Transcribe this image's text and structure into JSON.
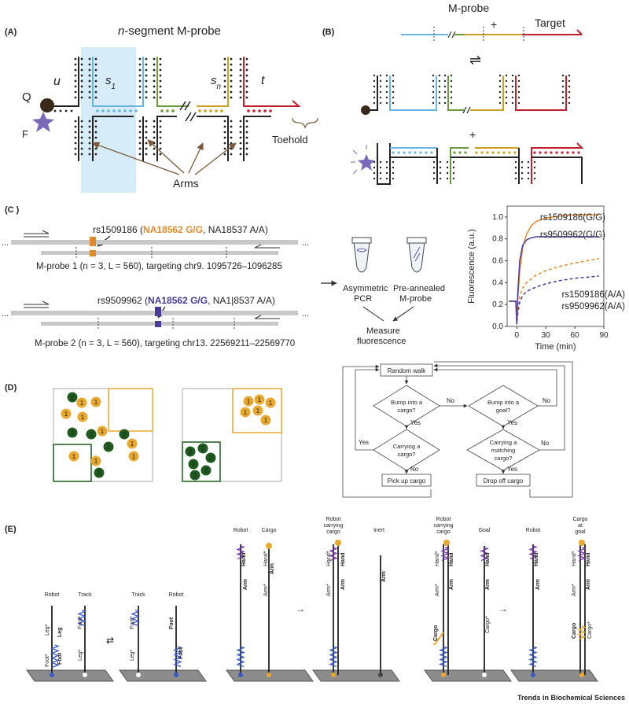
{
  "panel_labels": {
    "A": "(A)",
    "B": "(B)",
    "C": "(C )",
    "D": "(D)",
    "E": "(E)"
  },
  "panelA": {
    "title_n": "n",
    "title_rest": "-segment M-probe",
    "u": "u",
    "s1": "s",
    "s1_sub": "1",
    "sn": "s",
    "sn_sub": "n",
    "t": "t",
    "q": "Q",
    "f": "F",
    "toehold": "Toehold",
    "arms": "Arms"
  },
  "panelB": {
    "mprobe": "M-probe",
    "plus1": "+",
    "target": "Target",
    "plus2": "+"
  },
  "panelC": {
    "probe1": {
      "snp": "rs1509186 (",
      "snp_bold": "NA18562 G/G",
      "snp_rest": ", NA18537 A/A)",
      "caption": "M-probe 1 (n = 3, L = 560), targeting chr9. 1095726–1096285"
    },
    "probe2": {
      "snp": "rs9509962 (",
      "snp_bold": "NA18562 G/G",
      "snp_rest": ", NA1|8537 A/A)",
      "caption": "M-probe 2 (n = 3, L = 560), targeting chr13. 22569211–22569770"
    },
    "dots": "...",
    "tube1": "Asymmetric PCR",
    "tube1_a": "Asymmetric",
    "tube1_b": "PCR",
    "tube2_a": "Pre-annealed",
    "tube2_b": "M-probe",
    "measure_a": "Measure",
    "measure_b": "fluorescence"
  },
  "chart_data": {
    "type": "line",
    "xlabel": "Time (min)",
    "ylabel": "Fluorescence (a.u.)",
    "xlim": [
      -10,
      90
    ],
    "ylim": [
      0,
      1.1
    ],
    "xticks": [
      "0",
      "30",
      "60",
      "90"
    ],
    "yticks": [
      "0.0",
      "0.2",
      "0.4",
      "0.6",
      "0.8",
      "1.0"
    ],
    "series": [
      {
        "name": "rs1509186(G/G)",
        "color": "#e08a2e",
        "dash": false,
        "x": [
          -8,
          -3,
          -1,
          0,
          1,
          3,
          6,
          10,
          15,
          20,
          30,
          45,
          60,
          85
        ],
        "y": [
          0.23,
          0.23,
          0.23,
          0.02,
          0.25,
          0.5,
          0.72,
          0.84,
          0.92,
          0.96,
          0.99,
          1.01,
          1.02,
          1.02
        ]
      },
      {
        "name": "rs9509962(G/G)",
        "color": "#4b3a9a",
        "dash": false,
        "x": [
          -8,
          -3,
          -1,
          0,
          1,
          3,
          6,
          10,
          15,
          20,
          30,
          45,
          60,
          85
        ],
        "y": [
          0.23,
          0.23,
          0.23,
          0.02,
          0.3,
          0.6,
          0.74,
          0.79,
          0.81,
          0.82,
          0.82,
          0.82,
          0.82,
          0.82
        ]
      },
      {
        "name": "rs1509186(A/A)",
        "color": "#e08a2e",
        "dash": true,
        "x": [
          -8,
          -3,
          -1,
          0,
          1,
          3,
          6,
          10,
          20,
          30,
          45,
          60,
          85
        ],
        "y": [
          0.23,
          0.23,
          0.23,
          0.02,
          0.15,
          0.27,
          0.35,
          0.4,
          0.47,
          0.51,
          0.55,
          0.58,
          0.62
        ]
      },
      {
        "name": "rs9509962(A/A)",
        "color": "#4b3a9a",
        "dash": true,
        "x": [
          -8,
          -3,
          -1,
          0,
          1,
          3,
          6,
          10,
          20,
          30,
          45,
          60,
          85
        ],
        "y": [
          0.23,
          0.23,
          0.23,
          0.02,
          0.12,
          0.22,
          0.28,
          0.32,
          0.36,
          0.39,
          0.42,
          0.44,
          0.46
        ]
      }
    ]
  },
  "panelD": {
    "items_left": [
      "2",
      "1",
      "1",
      "1",
      "2",
      "2",
      "2",
      "1",
      "2",
      "1",
      "1",
      "1",
      "2",
      "1",
      "1"
    ],
    "items_right_orange": [
      "1",
      "1",
      "1",
      "1",
      "1",
      "1"
    ],
    "items_right_green": [
      "2",
      "2",
      "2",
      "2",
      "2",
      "2"
    ],
    "flow": {
      "random_walk": "Random walk",
      "bump_cargo_a": "Bump into a",
      "bump_cargo_b": "cargo?",
      "bump_goal_a": "Bump into a",
      "bump_goal_b": "goal?",
      "carrying_a": "Carrying a",
      "carrying_b": "cargo?",
      "matching_a": "Carrying a",
      "matching_b": "matching",
      "matching_c": "cargo?",
      "pick_up": "Pick up cargo",
      "drop_off": "Drop off cargo",
      "yes": "Yes",
      "no": "No"
    }
  },
  "panelE": {
    "robot": "Robot",
    "track": "Track",
    "cargo": "Cargo",
    "robot_carrying_a": "Robot",
    "robot_carrying_b": "carrying",
    "robot_carrying_c": "cargo",
    "inert": "Inert",
    "goal": "Goal",
    "cargo_at_goal_a": "Cargo",
    "cargo_at_goal_b": "at",
    "cargo_at_goal_c": "goal",
    "foot": "Foot",
    "foot_star": "Foot*",
    "leg": "Leg",
    "leg_star": "Leg*",
    "arm": "Arm",
    "arm_star": "Arm*",
    "hand": "Hand",
    "hand_star": "Hand*",
    "cargo_lbl": "Cargo",
    "cargo_star": "Cargo*"
  },
  "footer": "Trends in Biochemical Sciences",
  "colors": {
    "blue": "#6ab4e0",
    "green": "#6a9a3a",
    "olive": "#c9a020",
    "red": "#c0202c",
    "orange": "#e08a2e",
    "purple": "#4b3a9a",
    "brown": "#7a5a3a",
    "dkgreen": "#1f5a1f"
  }
}
